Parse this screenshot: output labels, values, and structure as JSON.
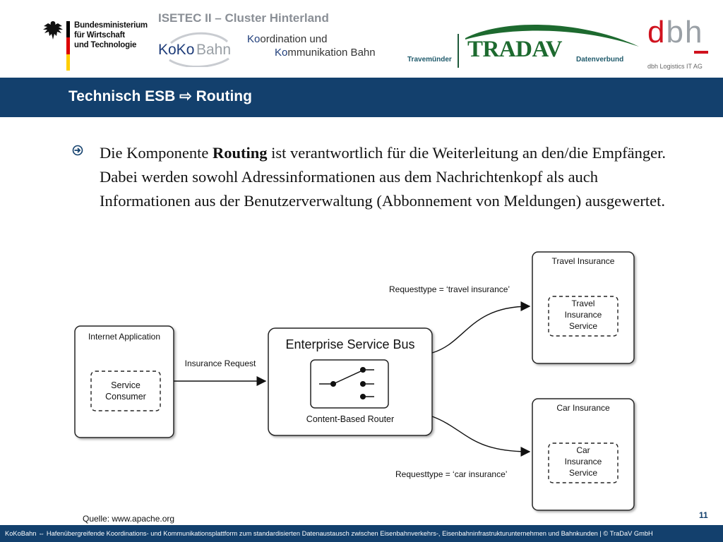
{
  "header": {
    "ministry_lines": [
      "Bundesministerium",
      "für Wirtschaft",
      "und Technologie"
    ],
    "project_title": "ISETEC II – Cluster Hinterland",
    "kokobahn": {
      "logo_text_a": "KoKo",
      "logo_text_b": "Bahn",
      "line1_prefix": "Ko",
      "line1_rest": "ordination und",
      "line2_prefix": "Ko",
      "line2_rest": "mmunikation Bahn"
    },
    "tradav": {
      "left_label": "Travemünder",
      "name": "TRADAV",
      "right_label": "Datenverbund"
    },
    "dbh": {
      "logo_text_d": "d",
      "logo_text_bh": "bh",
      "sub": "dbh Logistics IT AG"
    },
    "colors": {
      "navy": "#13406d",
      "green": "#1d6a2f",
      "red": "#d0121e"
    }
  },
  "slide": {
    "title_left": "Technisch ESB",
    "title_arrow": "⇨",
    "title_right": "Routing",
    "bullet_icon": "⮊",
    "bullet": {
      "pre": "Die Komponente ",
      "bold": "Routing",
      "post": " ist verantwortlich für die Weiterleitung an den/die Empfänger. Dabei werden sowohl Adressinformationen aus dem Nachrichtenkopf als auch Informationen aus der Benutzerverwaltung (Abbonnement von Meldungen) ausgewertet."
    }
  },
  "diagram": {
    "internet_app": "Internet Application",
    "service_consumer": [
      "Service",
      "Consumer"
    ],
    "insurance_request": "Insurance Request",
    "esb_title": "Enterprise Service Bus",
    "router_label": "Content-Based Router",
    "travel_box": "Travel Insurance",
    "travel_service": [
      "Travel",
      "Insurance",
      "Service"
    ],
    "travel_rule": "Requesttype = ‘travel insurance’",
    "car_box": "Car Insurance",
    "car_service": [
      "Car",
      "Insurance",
      "Service"
    ],
    "car_rule": "Requesttype = ‘car insurance’"
  },
  "footer": {
    "source": "Quelle: www.apache.org",
    "page_number": "11",
    "text": "KoKoBahn ⇔ Hafenübergreifende Koordinations- und Kommunikationsplattform zum standardisierten Datenaustausch zwischen Eisenbahnverkehrs-, Eisenbahninfrastrukturunternehmen und Bahnkunden |  © TraDaV GmbH"
  }
}
